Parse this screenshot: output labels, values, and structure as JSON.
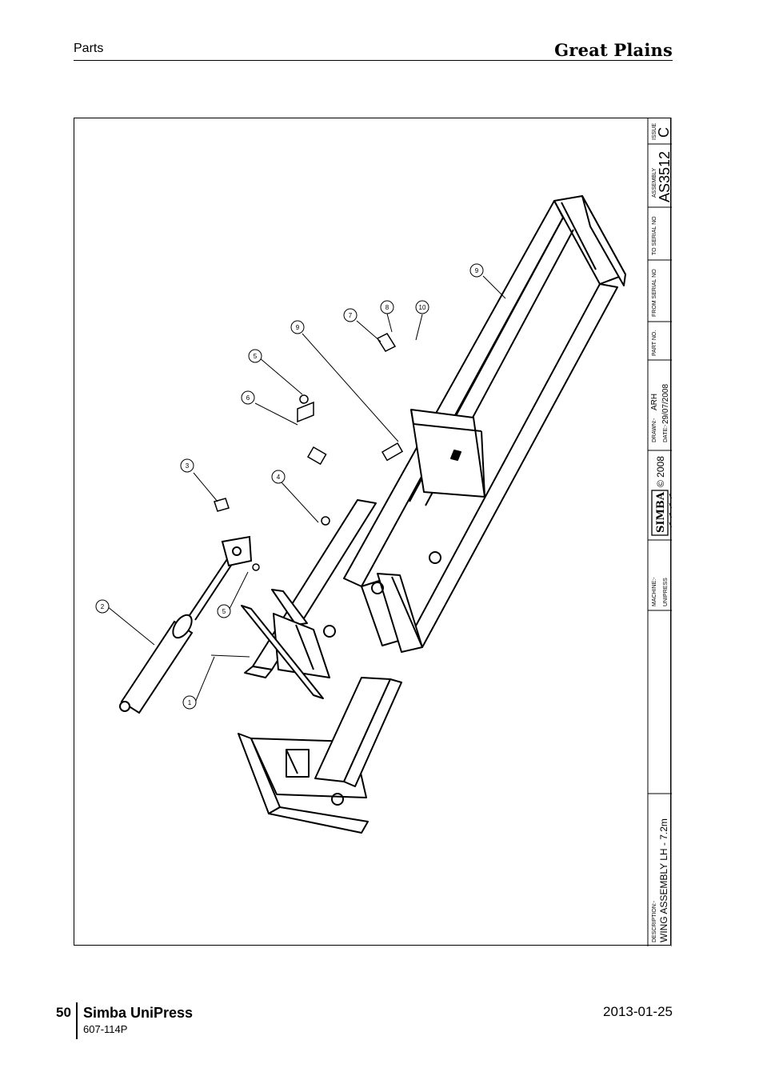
{
  "header": {
    "section": "Parts",
    "brand": "Great Plains"
  },
  "title_block": {
    "issue_label": "ISSUE",
    "issue": "C",
    "assembly_label": "ASSEMBLY",
    "assembly": "AS3512",
    "to_serial_label": "TO SERIAL NO",
    "from_serial_label": "FROM SERIAL NO",
    "part_no_label": "PART NO.",
    "drawn_label": "DRAWN:-",
    "drawn": "ARH",
    "date_label": "DATE:-",
    "date": "29/07/2008",
    "logo_text": "SIMBA",
    "copyright": "© 2008",
    "machine_label": "MACHINE:-",
    "machine": "UNIPRESS",
    "description_label": "DESCRIPTION:-",
    "description": "WING ASSEMBLY LH - 7.2m"
  },
  "callouts": [
    "1",
    "2",
    "3",
    "4",
    "5",
    "5",
    "6",
    "7",
    "8",
    "9",
    "9",
    "10"
  ],
  "footer": {
    "page_number": "50",
    "product": "Simba UniPress",
    "part_number": "607-114P",
    "date": "2013-01-25"
  }
}
